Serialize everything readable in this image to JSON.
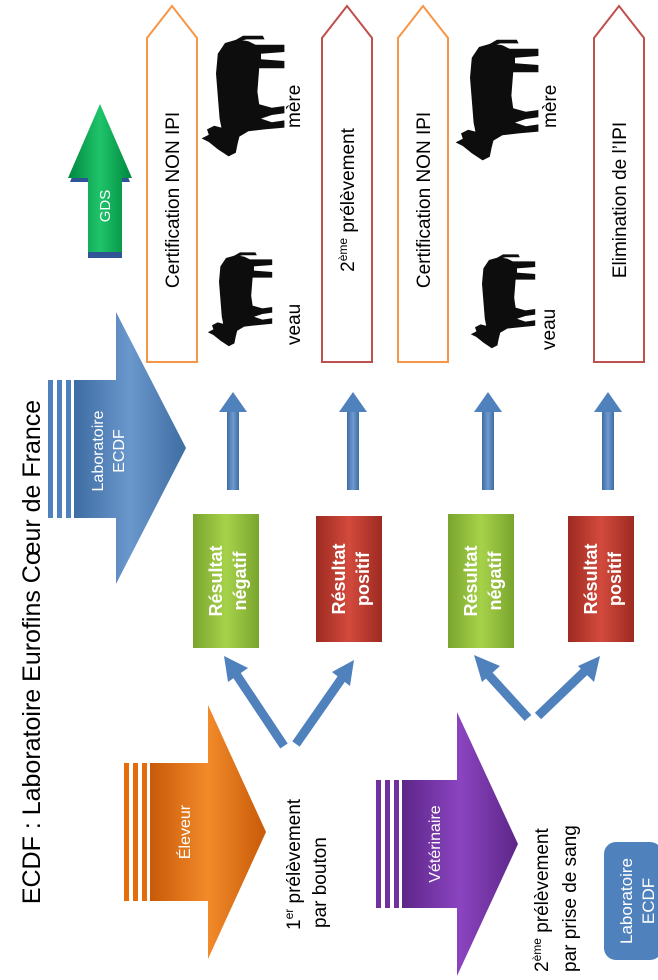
{
  "title": "ECDF : Laboratoire Eurofins Cœur de France",
  "actors": {
    "eleveur": "Éleveur",
    "veterinaire": "Vétérinaire",
    "laboratoire": [
      "Laboratoire",
      "ECDF"
    ],
    "gds": "GDS"
  },
  "steps": {
    "first": {
      "num": "1",
      "sup": "er",
      "rest": " prélèvement",
      "line2": "par bouton"
    },
    "second": {
      "num": "2",
      "sup": "ème",
      "rest": " prélèvement",
      "line2": "par prise de sang"
    }
  },
  "results": {
    "negatif": [
      "Résultat",
      "négatif"
    ],
    "positif": [
      "Résultat",
      "positif"
    ]
  },
  "outcomes": {
    "cert_1": "Certification NON IPI",
    "second_prelev": {
      "num": "2",
      "sup": "ème",
      "rest": " prélèvement"
    },
    "cert_2": "Certification NON IPI",
    "elimination": "Elimination de l’IPI"
  },
  "animals": {
    "veau": "veau",
    "mere": "mère"
  },
  "colors": {
    "eleveur": "#e46c0a",
    "veterinaire": "#7030a0",
    "laboratoire": "#4f81bd",
    "gds": "#00a651",
    "negatif": "#92c13d",
    "positif": "#c0392b",
    "arrow_blue": "#4f81bd",
    "box_orange": "#f79646",
    "box_red": "#c0504d",
    "silhouette": "#0d0d0d"
  },
  "icons": [
    "calf-icon",
    "cow-icon"
  ]
}
